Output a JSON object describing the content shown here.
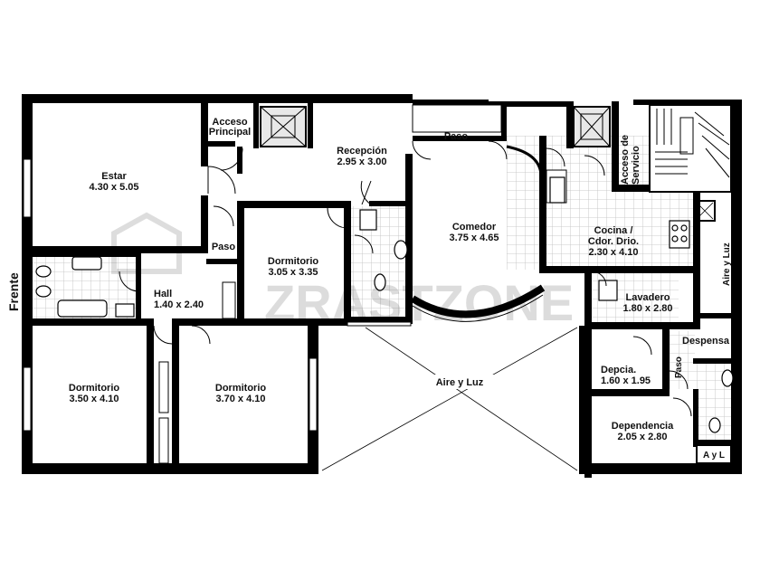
{
  "plan": {
    "side_label": "Frente",
    "watermark": "ZRASTZONE",
    "rooms": {
      "estar": {
        "name": "Estar",
        "size": "4.30 x 5.05"
      },
      "acceso_principal": {
        "line1": "Acceso",
        "line2": "Principal"
      },
      "recepcion": {
        "name": "Recepción",
        "size": "2.95 x 3.00"
      },
      "paso_top": {
        "name": "Paso"
      },
      "acceso_servicio": {
        "line1": "Acceso de",
        "line2": "Servicio"
      },
      "paso_left": {
        "name": "Paso"
      },
      "dormitorio_center": {
        "name": "Dormitorio",
        "size": "3.05 x 3.35"
      },
      "comedor": {
        "name": "Comedor",
        "size": "3.75 x 4.65"
      },
      "cocina": {
        "line1": "Cocina /",
        "line2": "Cdor. Drio.",
        "size": "2.30 x 4.10"
      },
      "aire_luz_right": {
        "name": "Aire y Luz"
      },
      "hall": {
        "name": "Hall",
        "size": "1.40 x 2.40"
      },
      "lavadero": {
        "name": "Lavadero",
        "size": "1.80 x 2.80"
      },
      "despensa": {
        "name": "Despensa"
      },
      "depcia": {
        "name": "Depcia.",
        "size": "1.60 x 1.95"
      },
      "paso_right": {
        "name": "Paso"
      },
      "dormitorio_left": {
        "name": "Dormitorio",
        "size": "3.50 x 4.10"
      },
      "dormitorio_mid": {
        "name": "Dormitorio",
        "size": "3.70 x 4.10"
      },
      "aire_luz_center": {
        "name": "Aire y Luz"
      },
      "dependencia": {
        "name": "Dependencia",
        "size": "2.05 x 2.80"
      },
      "ayl": {
        "name": "A y L"
      }
    }
  }
}
